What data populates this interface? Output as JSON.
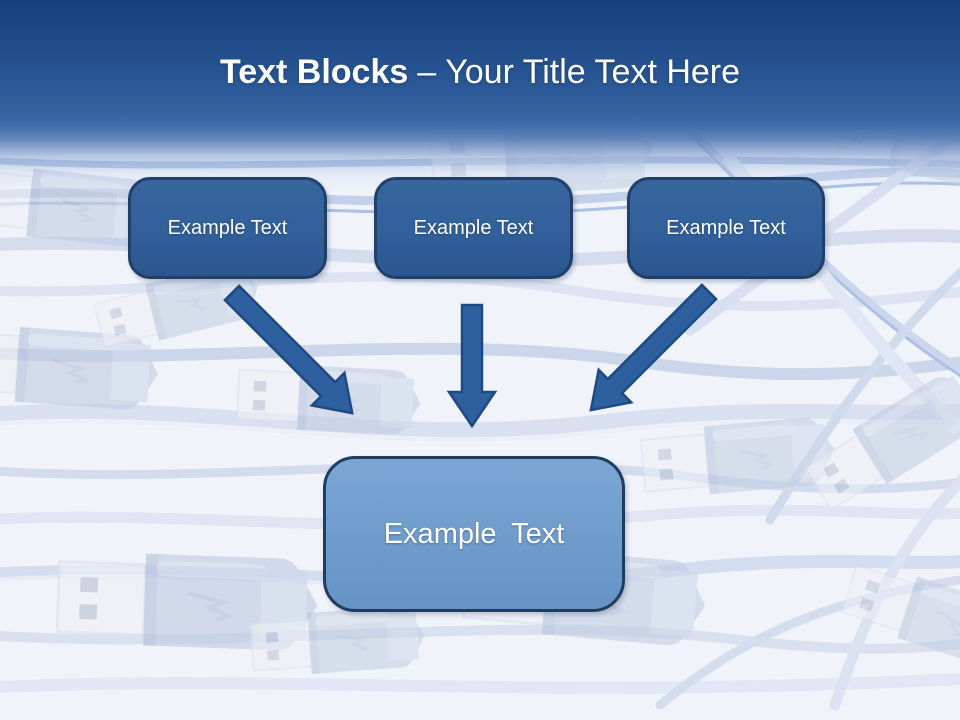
{
  "slide": {
    "title": {
      "emphasis": "Text Blocks",
      "dash": "–",
      "remainder": "Your Title Text Here"
    },
    "top_boxes": [
      {
        "label": "Example Text"
      },
      {
        "label": "Example Text"
      },
      {
        "label": "Example Text"
      }
    ],
    "bottom_box": {
      "label": "Example Text"
    },
    "background": {
      "description_icon": "usb-cables-photo-background"
    },
    "colors": {
      "header_gradient_top": "#16407b",
      "header_gradient_bottom": "#3e6caa",
      "top_box_fill": "#31609a",
      "top_box_border": "#20406a",
      "bottom_box_fill": "#6f9ccc",
      "bottom_box_border": "#1f3e5f",
      "arrow_fill": "#2e5f9e",
      "arrow_border": "#1d4a80",
      "title_text": "#ffffff",
      "background_base": "#f0f4fa"
    }
  }
}
